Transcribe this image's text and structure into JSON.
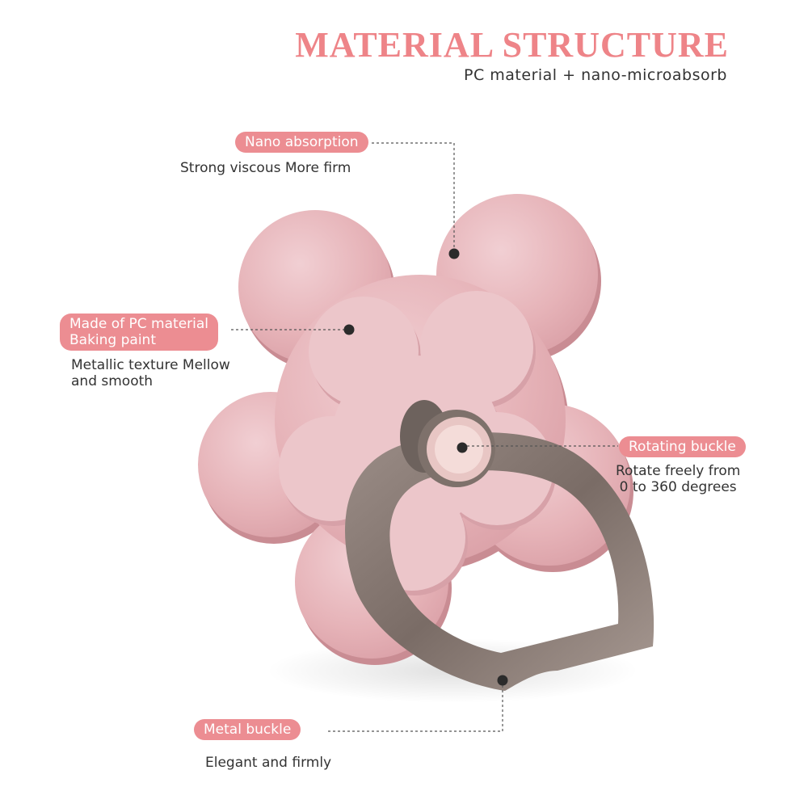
{
  "header": {
    "title": "MATERIAL STRUCTURE",
    "subtitle": "PC material + nano-microabsorb"
  },
  "annotations": [
    {
      "label": "Nano absorption",
      "desc_lines": [
        "Strong viscous More firm"
      ]
    },
    {
      "label_lines": [
        "Made of PC material",
        "Baking paint"
      ],
      "desc_lines": [
        "Metallic texture Mellow",
        "and smooth"
      ]
    },
    {
      "label": "Rotating buckle",
      "desc_lines": [
        "Rotate freely from",
        "0 to 360 degrees"
      ]
    },
    {
      "label": "Metal buckle",
      "desc_lines": [
        "Elegant and firmly"
      ]
    }
  ],
  "colors": {
    "accent": "#ec8d92",
    "title": "#ee8488",
    "petal": "#e7b9be",
    "ring": "#8a7c76"
  }
}
